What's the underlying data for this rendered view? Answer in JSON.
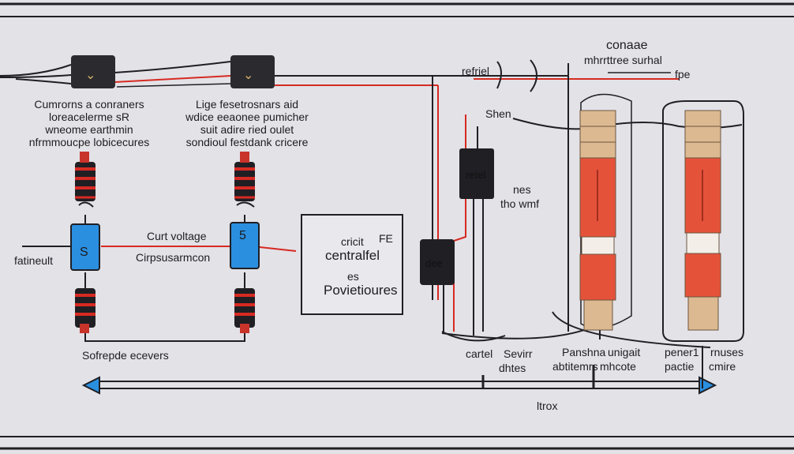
{
  "colors": {
    "background": "#e3e2e7",
    "wire_black": "#1f1f24",
    "wire_red": "#d62a22",
    "component_blue": "#2b8fe0",
    "coil_red": "#c8332a",
    "fuse_beige": "#dcb991",
    "fuse_red": "#e5523a",
    "chip_dark": "#2b2b2f"
  },
  "labels": {
    "left_block": [
      "Cumrorns a conraners",
      "loreacelerme sR",
      "wneome earthmin",
      "nfrmmoucpe lobicecures"
    ],
    "mid_block": [
      "Lige fesetrosnars aid",
      "wdice eeaonee pumicher",
      "suit adire ried oulet",
      "sondioul festdank cricere"
    ],
    "left_side": "fatineult",
    "circ_voltage": "Curt voltage",
    "circ_current": "Cirpsusarmcon",
    "bottom_left": "Sofrepde ecevers",
    "box_line1": "cricit",
    "box_fe": "FE",
    "box_line2": "centralfel",
    "box_es": "es",
    "box_line3": "Povietioures",
    "relay_label": "retel",
    "top_relay": "refriel",
    "shen": "Shen",
    "nes": "nes",
    "tho": "tho wmf",
    "block": "dee",
    "title_top": "conaae",
    "title_sub": "mhrrttree surhal",
    "fpe": "fpe",
    "bottom_mid": [
      "cartel",
      "Sevirr",
      "dhtes"
    ],
    "bottom_right": [
      "Panshna",
      "unigait",
      "abtitemrs",
      "mhcote"
    ],
    "bottom_far": [
      "pener1",
      "rnuses",
      "pactie",
      "cmire"
    ],
    "ltrox": "ltrox",
    "chip1": "⌄",
    "chip2": "⌄",
    "blue1": "S",
    "blue2": "5"
  }
}
